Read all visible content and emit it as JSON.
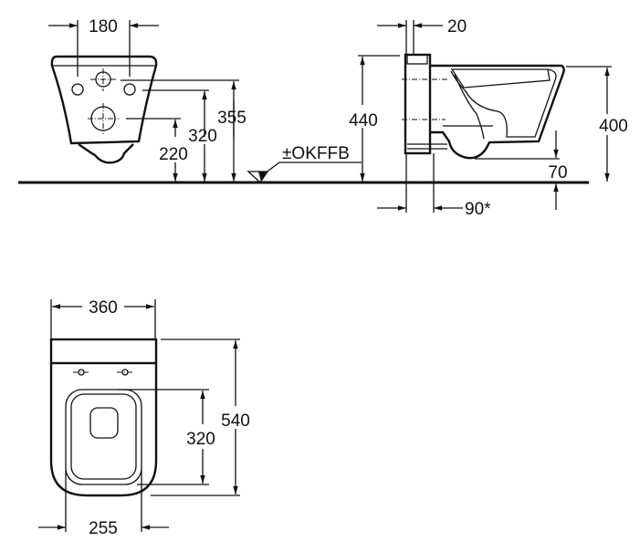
{
  "front_view": {
    "dim_hole_spacing": "180",
    "dim_upper_height": "355",
    "dim_bolt_height": "320",
    "dim_drain_height": "220",
    "floor_label": "±OKFFB"
  },
  "side_view": {
    "dim_wall_offset": "20",
    "dim_height_total": "440",
    "dim_rim_height": "400",
    "dim_bottom_clearance": "70",
    "dim_projection": "90*"
  },
  "top_view": {
    "dim_width": "360",
    "dim_length": "540",
    "dim_seat_length": "320",
    "dim_seat_width": "255"
  }
}
